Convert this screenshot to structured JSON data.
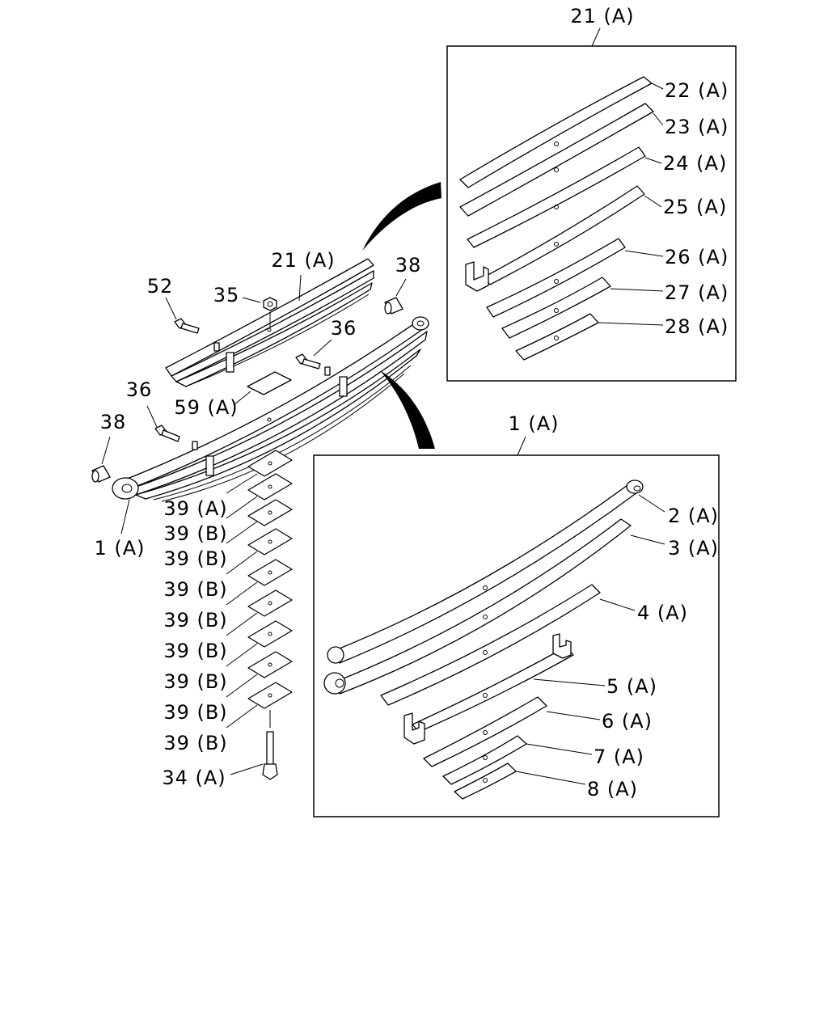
{
  "callouts": {
    "c21_top": "21 (A)",
    "c22": "22 (A)",
    "c23": "23 (A)",
    "c24": "24 (A)",
    "c25": "25 (A)",
    "c26": "26 (A)",
    "c27": "27 (A)",
    "c28": "28 (A)",
    "c21_main": "21 (A)",
    "c38_top": "38",
    "c52": "52",
    "c35": "35",
    "c36_top": "36",
    "c59": "59 (A)",
    "c36_left": "36",
    "c38_left": "38",
    "c1_main": "1 (A)",
    "c39a": "39 (A)",
    "c39b": [
      "39 (B)",
      "39 (B)",
      "39 (B)",
      "39 (B)",
      "39 (B)",
      "39 (B)",
      "39 (B)",
      "39 (B)"
    ],
    "c34": "34 (A)",
    "c1_top": "1 (A)",
    "c2": "2 (A)",
    "c3": "3 (A)",
    "c4": "4 (A)",
    "c5": "5 (A)",
    "c6": "6 (A)",
    "c7": "7 (A)",
    "c8": "8 (A)"
  }
}
